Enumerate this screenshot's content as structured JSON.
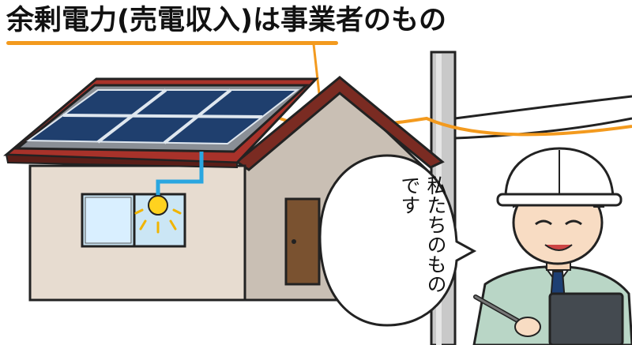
{
  "headline": "余剰電力(売電収入)は事業者のもの",
  "speech_bubble": "私たちのものです",
  "colors": {
    "accent_orange": "#f39a1e",
    "panel_blue": "#1f3f6e",
    "roof_red": "#a8322a",
    "wall": "#e7dcd0",
    "wire_blue": "#2aa6e0"
  },
  "icons": [
    "house-illustration",
    "solar-panel-icon",
    "utility-pole-icon",
    "power-line-icon",
    "light-bulb-icon",
    "worker-illustration",
    "clipboard-icon",
    "pen-icon",
    "hard-hat-icon"
  ]
}
